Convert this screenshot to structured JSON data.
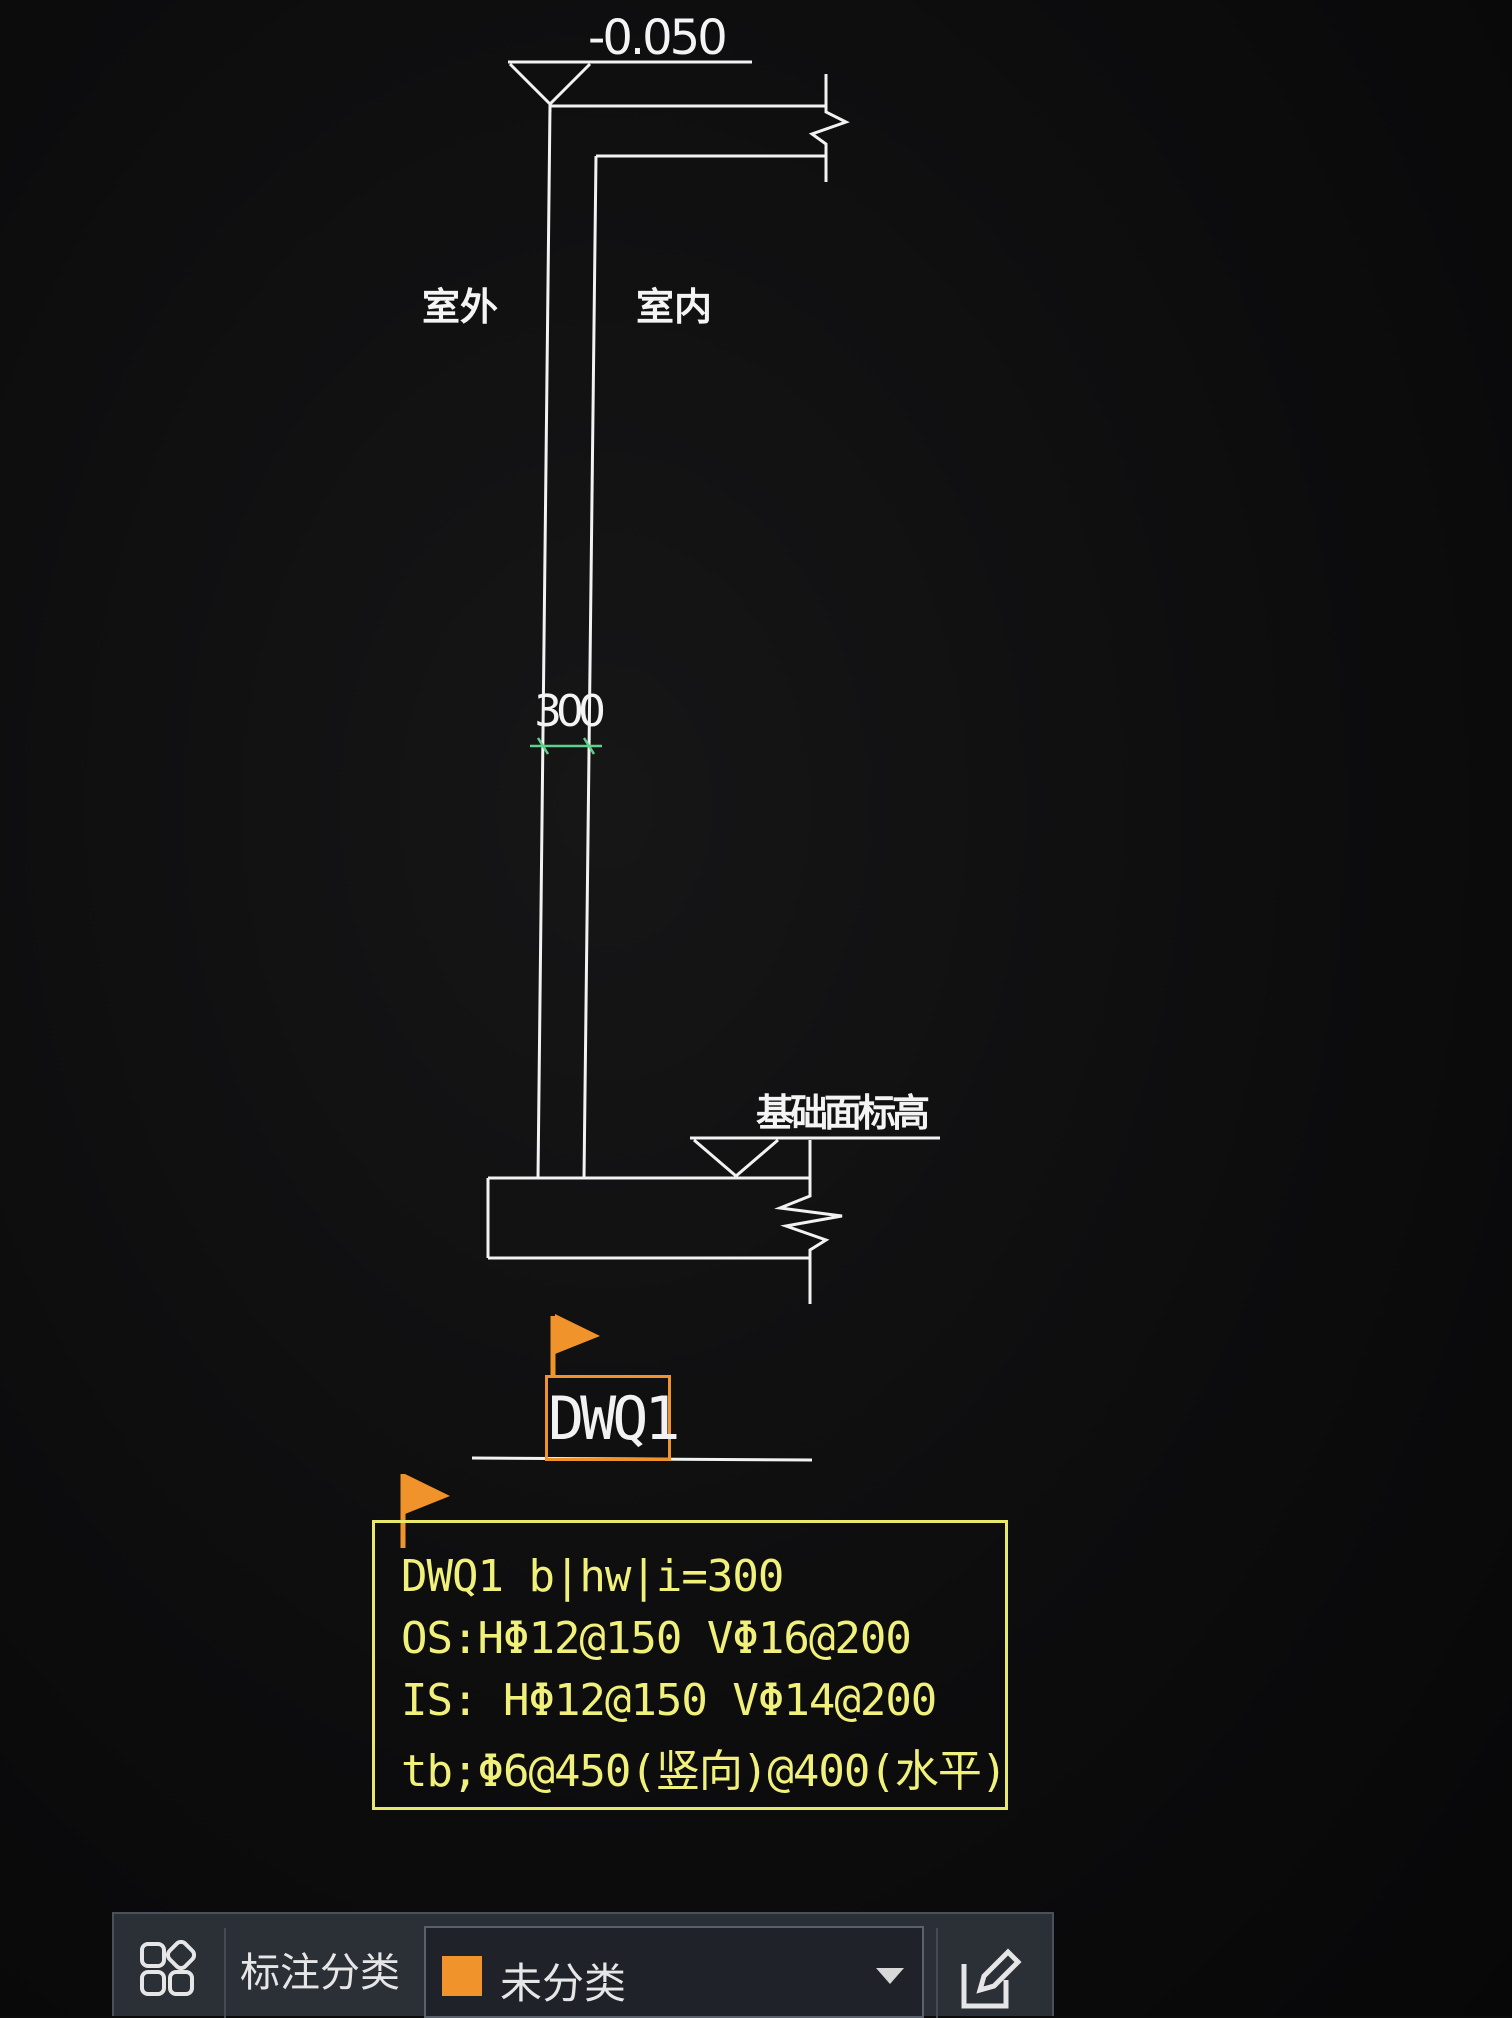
{
  "drawing": {
    "elevation_top": "-0.050",
    "label_exterior": "室外",
    "label_interior": "室内",
    "wall_thickness": "300",
    "foundation_label": "基础面标高",
    "wall_tag": "DWQ1",
    "note_lines": [
      "DWQ1 b|hw|i=300",
      "OS:HΦ12@150 VΦ16@200",
      "IS: HΦ12@150 VΦ14@200",
      "tb;Φ6@450(竖向)@400(水平)"
    ],
    "colors": {
      "background": "#0b0b0c",
      "linework": "#f2f2f2",
      "dimension": "#5fd18a",
      "note": "#e8e86a",
      "flag": "#f0932b"
    }
  },
  "toolbar": {
    "grid_icon": "grid-icon",
    "label": "标注分类",
    "select_value": "未分类",
    "swatch_color": "#f0932b",
    "edit_icon": "edit-icon"
  }
}
